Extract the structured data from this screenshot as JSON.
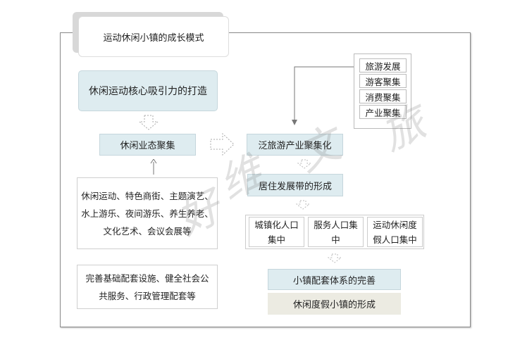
{
  "title": "运动休闲小镇的成长模式",
  "left": {
    "core": "休闲运动核心吸引力的打造",
    "cluster": "休闲业态聚集",
    "activities": [
      "休闲运动、特色商街、主题演艺、",
      "水上游乐、夜间游乐、养生养老、",
      "文化艺术、会议会展等"
    ],
    "infrastructure": [
      "完善基础配套设施、健全社会公",
      "共服务、行政管理配套等"
    ]
  },
  "right": {
    "side_items": [
      "旅游发展",
      "游客聚集",
      "消费聚集",
      "产业聚集"
    ],
    "pan_tourism": "泛旅游产业聚集化",
    "residential": "居住发展带的形成",
    "population": [
      [
        "城镇化人口",
        "集中"
      ],
      [
        "服务人口集",
        "中"
      ],
      [
        "运动休闲度",
        "假人口集中"
      ]
    ],
    "support": "小镇配套体系的完善",
    "result": "休闲度假小镇的形成"
  },
  "watermark": [
    "好",
    "维",
    "文",
    "旅"
  ],
  "colors": {
    "blue_box": "#deecf0",
    "beige_box": "#ecebe2",
    "frame": "#8a8a8a"
  }
}
